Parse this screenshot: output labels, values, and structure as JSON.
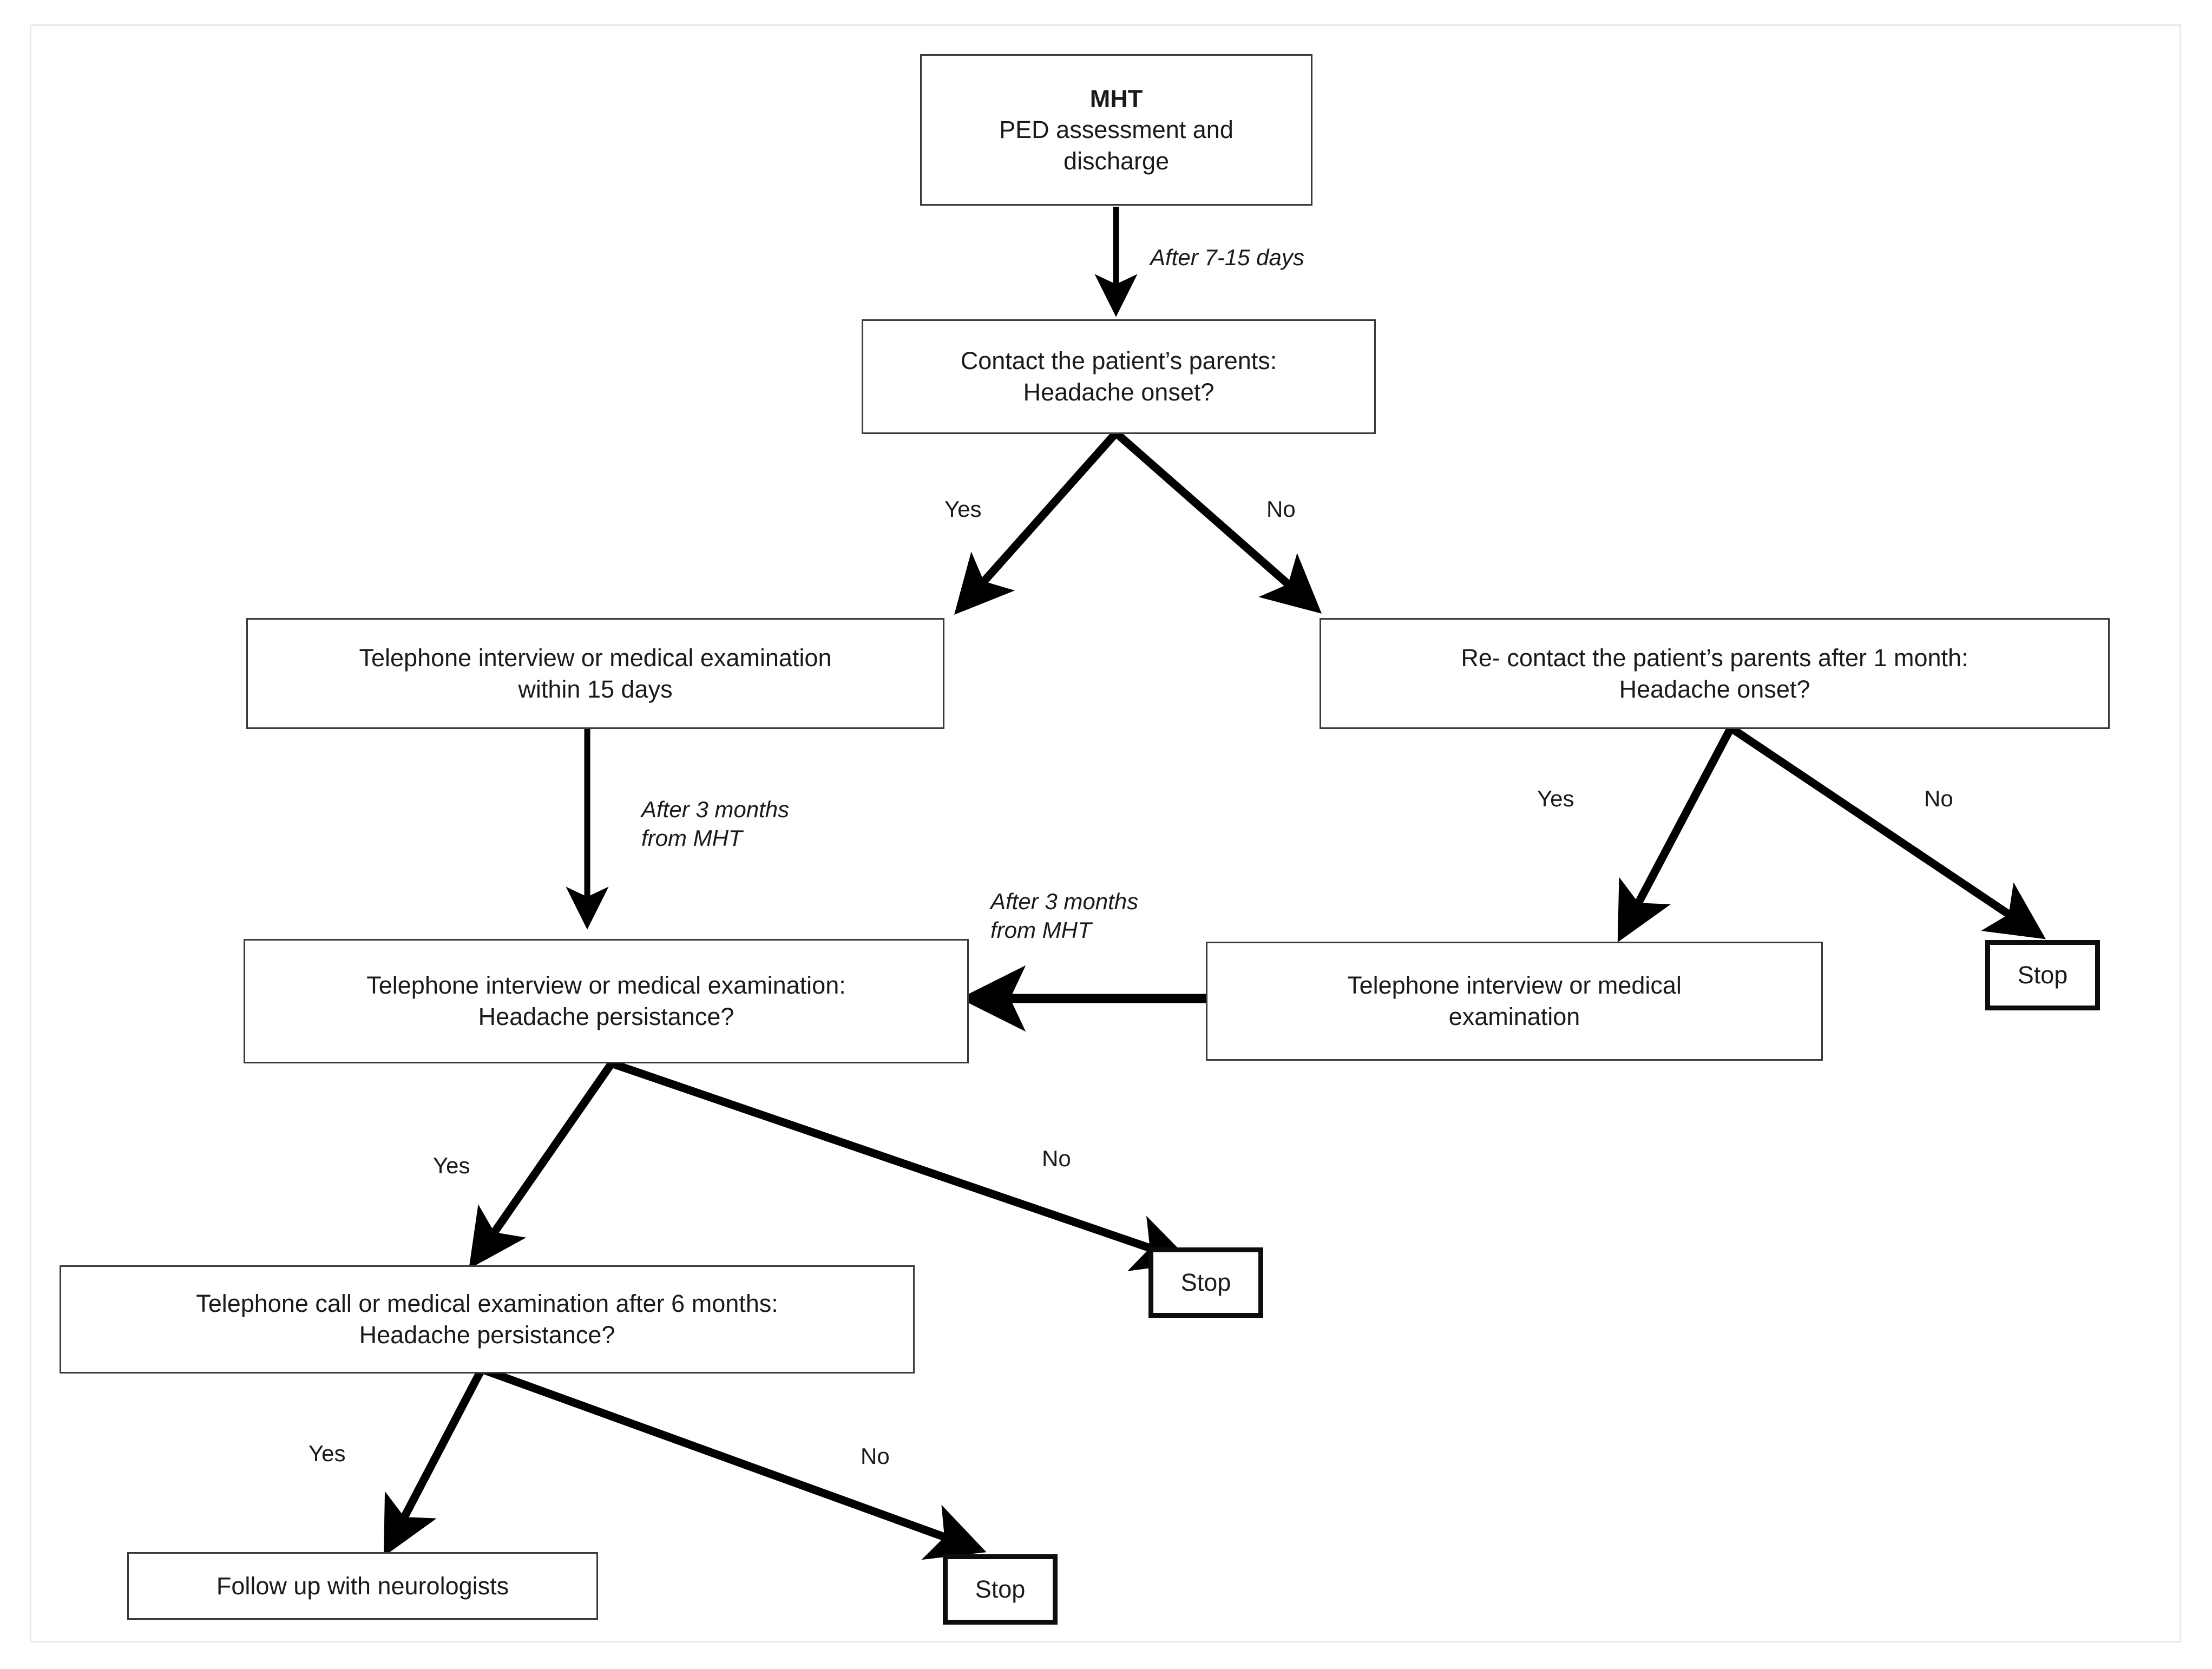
{
  "diagram": {
    "title": "MHT follow-up flowchart",
    "accent_color": "#000000",
    "box_border_color": "#3a3a3a",
    "stop_border_color": "#0d0d0d",
    "background": "#ffffff"
  },
  "nodes": {
    "mht": {
      "line1": "MHT",
      "line2": "PED assessment and",
      "line3": "discharge"
    },
    "contact_parents": {
      "line1": "Contact the patient’s parents:",
      "line2": "Headache onset?"
    },
    "telephone_15_days": {
      "line1": "Telephone interview or medical examination",
      "line2": "within 15 days"
    },
    "recontact_1_month": {
      "line1": "Re- contact the patient’s parents after 1 month:",
      "line2": "Headache onset?"
    },
    "persistance_3m": {
      "line1": "Telephone interview or medical examination:",
      "line2": "Headache persistance?"
    },
    "telephone_exam": {
      "line1": "Telephone interview or medical",
      "line2": "examination"
    },
    "persistance_6m": {
      "line1": "Telephone call or medical examination after 6 months:",
      "line2": "Headache persistance?"
    },
    "follow_up": {
      "line1": "Follow up with neurologists"
    },
    "stop_right": {
      "line1": "Stop"
    },
    "stop_middle": {
      "line1": "Stop"
    },
    "stop_bottom": {
      "line1": "Stop"
    }
  },
  "edge_labels": {
    "after_7_15_days": "After 7-15 days",
    "yes_1": "Yes",
    "no_1": "No",
    "after_3_months_left": "After 3 months\nfrom MHT",
    "yes_2": "Yes",
    "no_2": "No",
    "after_3_months_right": "After 3 months\nfrom MHT",
    "yes_3": "Yes",
    "no_3": "No",
    "yes_4": "Yes",
    "no_4": "No"
  }
}
